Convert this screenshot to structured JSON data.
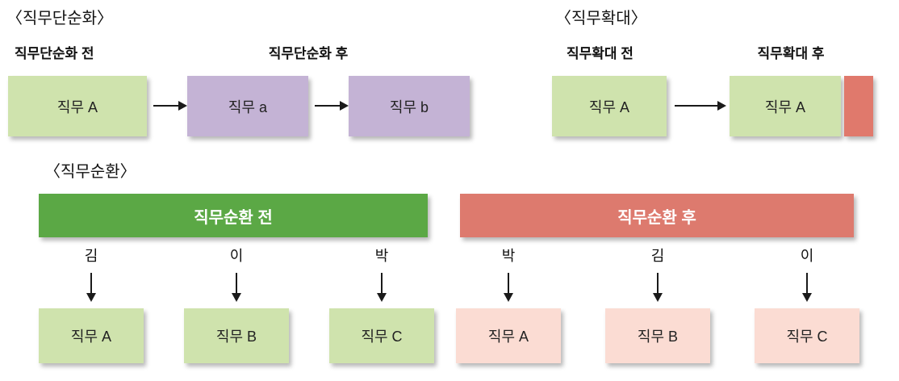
{
  "colors": {
    "light_green_box": "#cfe3ad",
    "purple_box": "#c4b3d5",
    "salmon_box": "#e0796c",
    "header_green": "#5ba845",
    "header_salmon": "#dd7a6e",
    "light_pink_box": "#fbdcd3"
  },
  "job_simplification": {
    "title": "〈직무단순화〉",
    "before_label": "직무단순화 전",
    "after_label": "직무단순화 후",
    "before_box": "직무 A",
    "after_box_1": "직무 a",
    "after_box_2": "직무 b"
  },
  "job_enlargement": {
    "title": "〈직무확대〉",
    "before_label": "직무확대 전",
    "after_label": "직무확대 후",
    "before_box": "직무 A",
    "after_box": "직무 A"
  },
  "job_rotation": {
    "title": "〈직무순환〉",
    "before": {
      "header": "직무순환 전",
      "workers": [
        "김",
        "이",
        "박"
      ],
      "jobs": [
        "직무 A",
        "직무 B",
        "직무 C"
      ]
    },
    "after": {
      "header": "직무순환 후",
      "workers": [
        "박",
        "김",
        "이"
      ],
      "jobs": [
        "직무 A",
        "직무 B",
        "직무 C"
      ]
    }
  }
}
